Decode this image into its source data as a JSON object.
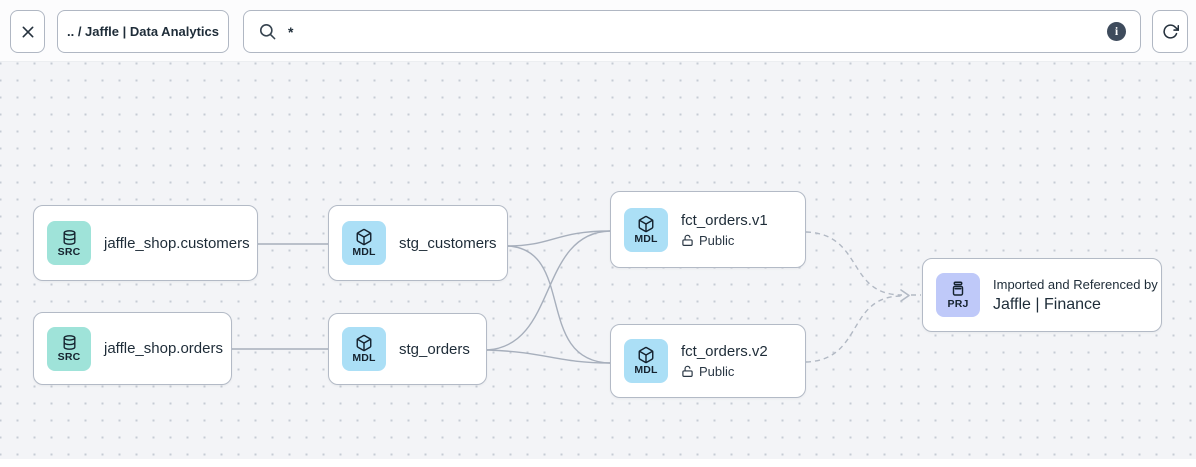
{
  "toolbar": {
    "breadcrumb_label": ".. / Jaffle | Data Analytics",
    "search_value": "*",
    "info_icon": "i"
  },
  "nodes": [
    {
      "type": "source",
      "badge": "SRC",
      "label": "jaffle_shop.customers"
    },
    {
      "type": "source",
      "badge": "SRC",
      "label": "jaffle_shop.orders"
    },
    {
      "type": "model",
      "badge": "MDL",
      "label": "stg_customers"
    },
    {
      "type": "model",
      "badge": "MDL",
      "label": "stg_orders"
    },
    {
      "type": "model",
      "badge": "MDL",
      "label": "fct_orders.v1",
      "access_label": "Public"
    },
    {
      "type": "model",
      "badge": "MDL",
      "label": "fct_orders.v2",
      "access_label": "Public"
    },
    {
      "type": "project",
      "badge": "PRJ",
      "title": "Imported and Referenced by",
      "label": "Jaffle | Finance"
    }
  ],
  "edges": [
    {
      "from": "jaffle_shop.customers",
      "to": "stg_customers",
      "style": "solid"
    },
    {
      "from": "jaffle_shop.orders",
      "to": "stg_orders",
      "style": "solid"
    },
    {
      "from": "stg_customers",
      "to": "fct_orders.v1",
      "style": "solid"
    },
    {
      "from": "stg_customers",
      "to": "fct_orders.v2",
      "style": "solid"
    },
    {
      "from": "stg_orders",
      "to": "fct_orders.v1",
      "style": "solid"
    },
    {
      "from": "stg_orders",
      "to": "fct_orders.v2",
      "style": "solid"
    },
    {
      "from": "fct_orders.v1",
      "to": "Jaffle | Finance",
      "style": "dashed"
    },
    {
      "from": "fct_orders.v2",
      "to": "Jaffle | Finance",
      "style": "dashed"
    }
  ],
  "colors": {
    "source_badge_bg": "#9fe3d9",
    "model_badge_bg": "#abdff6",
    "project_badge_bg": "#bfc9f9",
    "edge_solid": "#a7afbc",
    "edge_dashed": "#b2b9c4",
    "canvas_bg": "#f3f4f7",
    "node_border": "#b3bac6",
    "info_circle_bg": "#3e4b5c"
  }
}
